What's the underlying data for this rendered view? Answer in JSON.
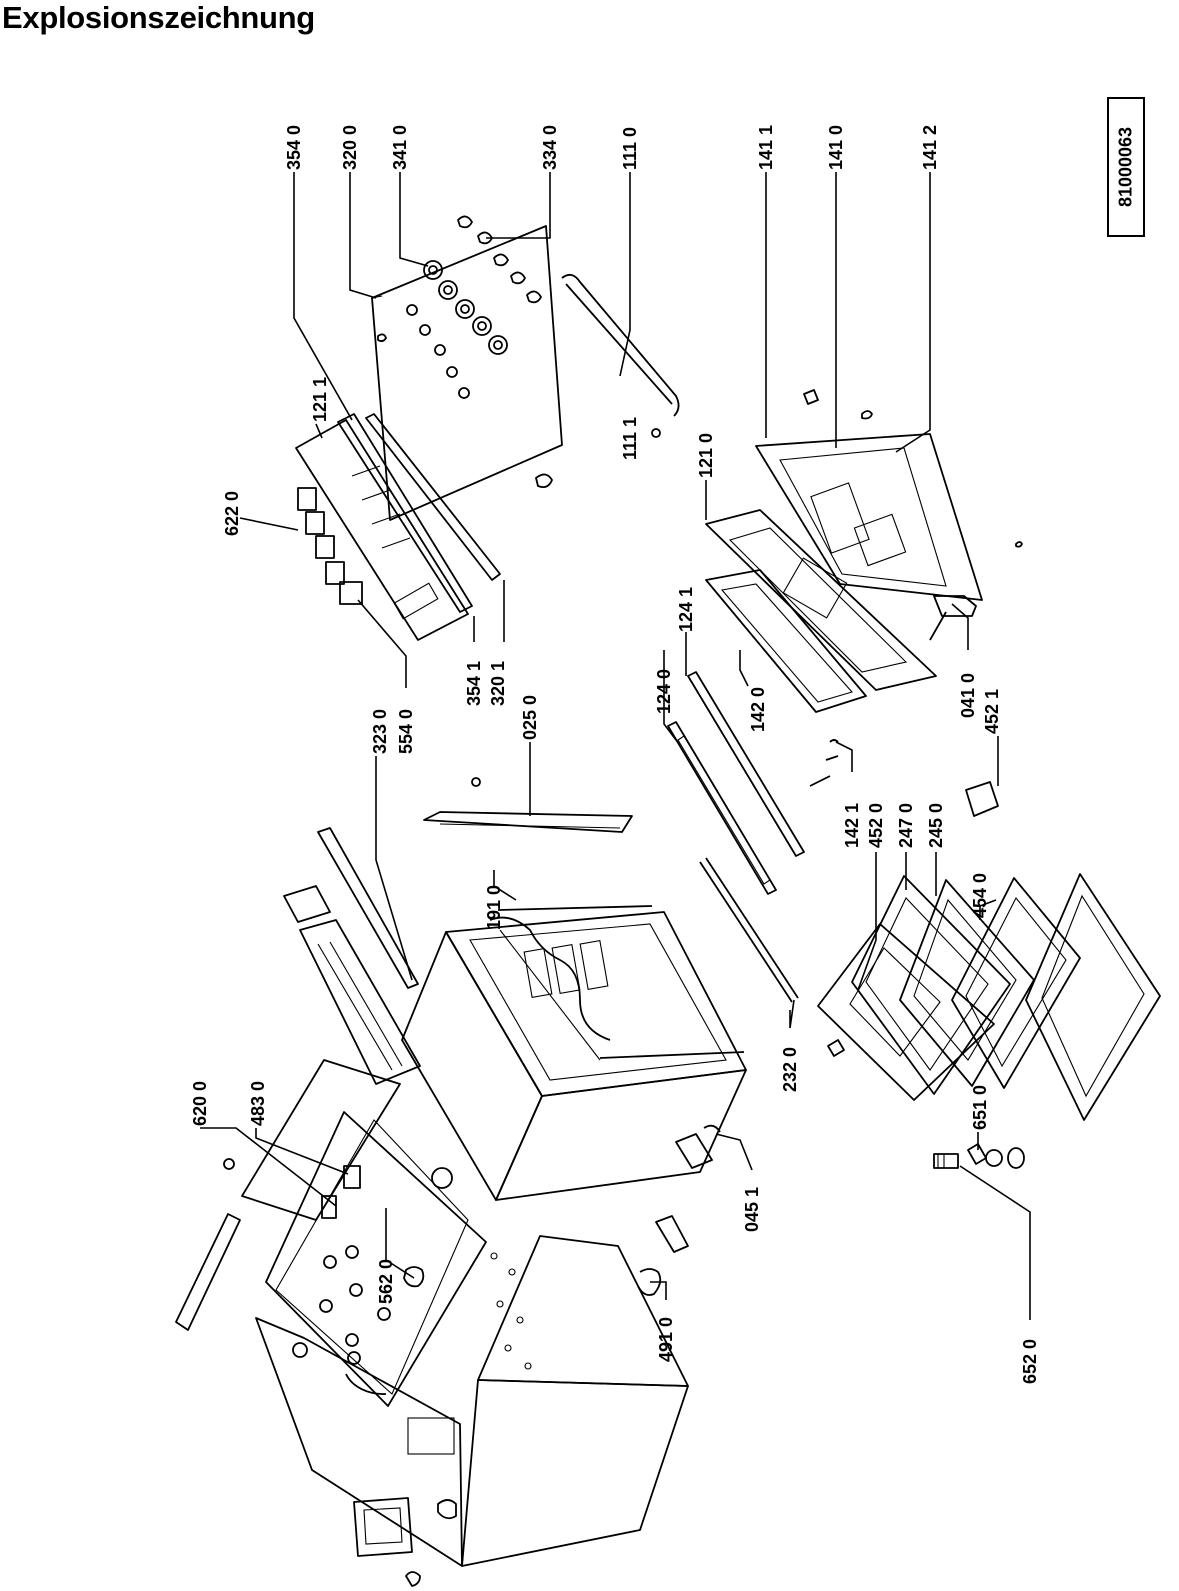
{
  "title": "Explosionszeichnung",
  "document_number": "81000063",
  "part_labels": [
    "354 0",
    "320 0",
    "341 0",
    "334 0",
    "111 0",
    "141 1",
    "141 0",
    "141 2",
    "121 1",
    "622 0",
    "111 1",
    "121 0",
    "124 0",
    "124 1",
    "142 0",
    "041 0",
    "452 1",
    "323 0",
    "554 0",
    "354 1",
    "320 1",
    "025 0",
    "620 0",
    "483 0",
    "191 0",
    "142 1",
    "452 0",
    "247 0",
    "245 0",
    "454 0",
    "651 0",
    "232 0",
    "045 1",
    "562 0",
    "491 0",
    "652 0"
  ]
}
